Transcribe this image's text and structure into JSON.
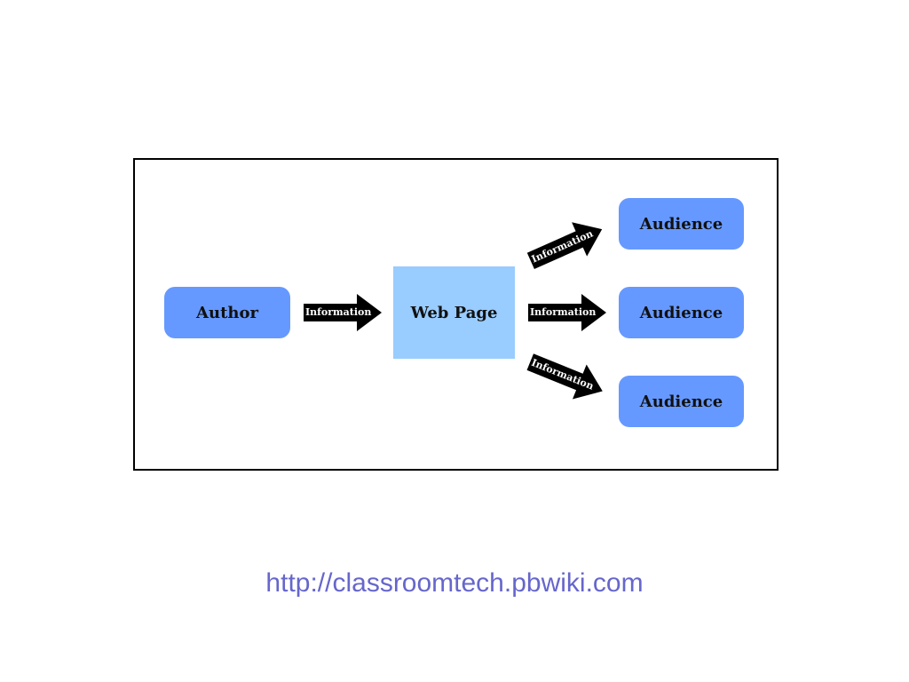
{
  "diagram": {
    "nodes": {
      "author": "Author",
      "web_page": "Web Page",
      "audience_1": "Audience",
      "audience_2": "Audience",
      "audience_3": "Audience"
    },
    "arrows": {
      "author_to_page": "Information",
      "page_to_audience_1": "Information",
      "page_to_audience_2": "Information",
      "page_to_audience_3": "Information"
    },
    "colors": {
      "rounded_node": "#6699ff",
      "web_page_node": "#99ccff",
      "arrow": "#000000",
      "link": "#6666cc"
    }
  },
  "footer": {
    "url": "http://classroomtech.pbwiki.com"
  }
}
